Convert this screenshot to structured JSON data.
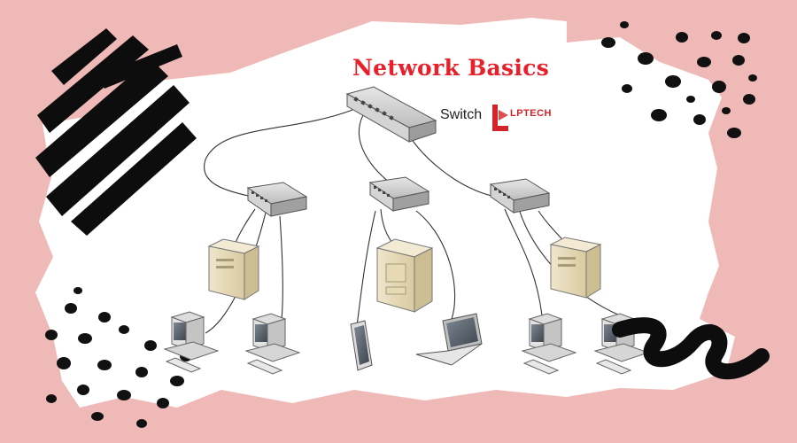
{
  "title": "Network Basics",
  "label": "Switch",
  "logo": {
    "text": "LPTECH"
  },
  "colors": {
    "background": "#efb9b7",
    "panel": "#ffffff",
    "title": "#e8202a",
    "ink": "#111111",
    "switch_body": "#c8c8c8",
    "server_body": "#e7dcc0"
  },
  "devices": {
    "core_switch": "switch",
    "distribution_switches": [
      "switch",
      "switch",
      "switch"
    ],
    "servers": [
      "server",
      "server",
      "server"
    ],
    "endpoints": [
      "desktop",
      "desktop",
      "tablet",
      "laptop",
      "desktop",
      "desktop"
    ]
  }
}
